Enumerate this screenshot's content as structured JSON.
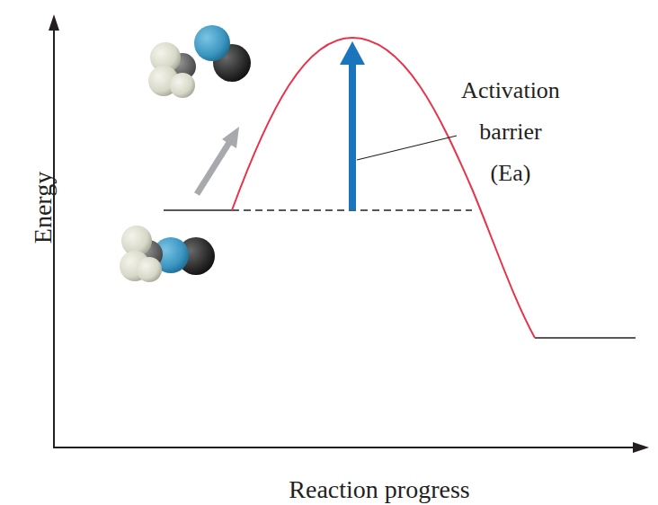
{
  "diagram": {
    "labels": [
      "Energy",
      "Reaction progress",
      "Activation barrier (Ea)"
    ]
  }
}
